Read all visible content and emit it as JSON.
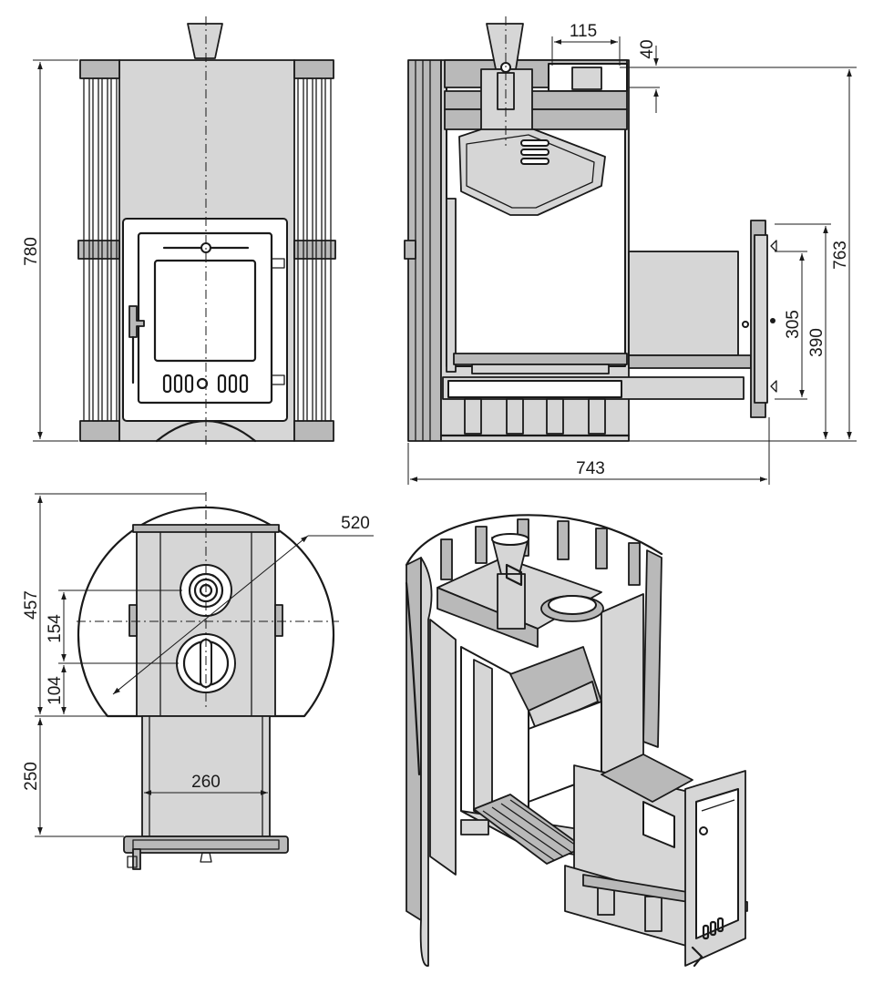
{
  "dimensions": {
    "front_height": "780",
    "side_chimney_width": "115",
    "side_chimney_offset": "40",
    "side_total_height": "763",
    "side_door_inner": "305",
    "side_door_outer": "390",
    "side_total_depth": "743",
    "top_diameter": "520",
    "top_depth": "457",
    "top_hole_offset": "154",
    "top_hole_spacing": "104",
    "tunnel_length": "250",
    "tunnel_width": "260"
  },
  "colors": {
    "line": "#1a1a1a",
    "steel_fill": "#b9b9b9",
    "light_fill": "#d6d6d6",
    "background": "#ffffff"
  }
}
